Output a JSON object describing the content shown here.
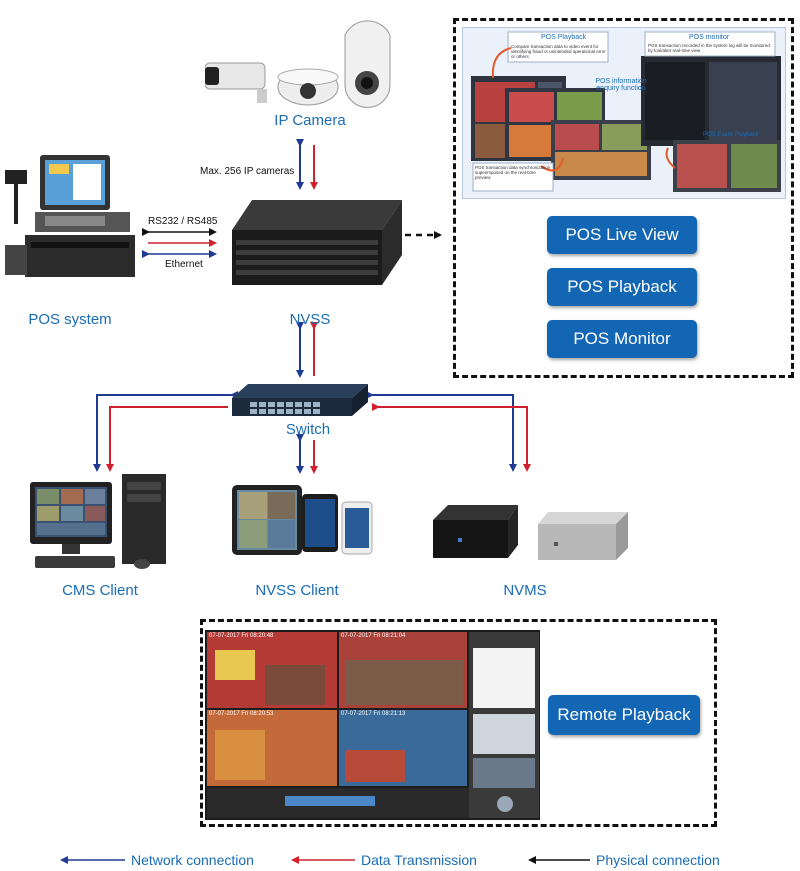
{
  "nodes": {
    "ip_camera": "IP Camera",
    "pos_system": "POS system",
    "nvss": "NVSS",
    "switch": "Switch",
    "cms_client": "CMS Client",
    "nvss_client": "NVSS Client",
    "nvms": "NVMS"
  },
  "annotations": {
    "max_cameras": "Max. 256 IP cameras",
    "rs232": "RS232 / RS485",
    "ethernet": "Ethernet"
  },
  "pos_features": {
    "buttons": [
      "POS Live View",
      "POS Playback",
      "POS Monitor"
    ],
    "screenshot_labels": {
      "playback_title": "POS Playback",
      "playback_desc": "Compare transaction data to video event for identifying fraud or unintended operational error or others",
      "monitor_title": "POS monitor",
      "monitor_desc": "POS transaction recorded in the system log will be monitored by tool/alert real-time view",
      "info_title": "POS information enquiry function",
      "event_title": "POS Event Playback",
      "sync_desc": "POS transaction data synchronization superimposed on the real-time preview"
    }
  },
  "remote": {
    "button": "Remote Playback",
    "timestamps": [
      "07-07-2017 Fri 08:20:48",
      "07-07-2017 Fri 08:21:04",
      "07-07-2017 Fri 08:20:53",
      "07-07-2017 Fri 08:21:13"
    ]
  },
  "legend": {
    "network": "Network connection",
    "data": "Data Transmission",
    "physical": "Physical connection"
  },
  "colors": {
    "network": "#1f3a93",
    "data": "#d0202e",
    "physical": "#111111",
    "label": "#1a6cb5",
    "button": "#1266b3"
  }
}
